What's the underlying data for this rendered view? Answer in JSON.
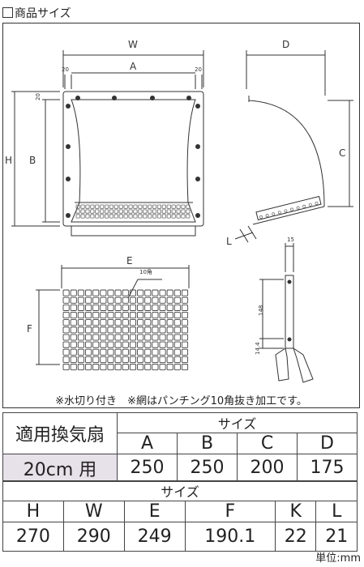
{
  "heading": "商品サイズ",
  "diagram": {
    "dims": {
      "W": "W",
      "A": "A",
      "D": "D",
      "H": "H",
      "B": "B",
      "C": "C",
      "L": "L",
      "E": "E",
      "F": "F"
    },
    "small": {
      "m20a": "20",
      "m20b": "20",
      "m20c": "20",
      "mesh": "10角",
      "s15": "15",
      "s148": "148",
      "s14": "14.4"
    },
    "note": "※水切り付き　※網はパンチング10角抜き加工です。"
  },
  "table1": {
    "label": "適用換気扇",
    "group": "サイズ",
    "headers": [
      "A",
      "B",
      "C",
      "D"
    ],
    "row_label": "20cm 用",
    "values": [
      "250",
      "250",
      "200",
      "175"
    ]
  },
  "table2": {
    "group": "サイズ",
    "headers": [
      "H",
      "W",
      "E",
      "F",
      "K",
      "L"
    ],
    "values": [
      "270",
      "290",
      "249",
      "190.1",
      "22",
      "21"
    ]
  },
  "unit": "単位:mm"
}
